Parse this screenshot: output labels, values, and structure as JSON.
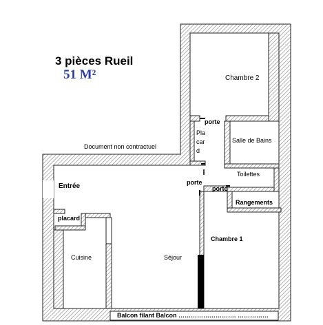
{
  "title": "3 pièces Rueil",
  "area": "51 M²",
  "disclaimer": "Document non contractuel",
  "rooms": {
    "chambre2": "Chambre 2",
    "placard_top": [
      "Pla",
      "car",
      "d"
    ],
    "salle_de_bains": "Salle de Bains",
    "toilettes": "Toilettes",
    "rangements": "Rangements",
    "entree": "Entrée",
    "placard": "placard",
    "cuisine": "Cuisine",
    "sejour": "Séjour",
    "chambre1": "Chambre 1"
  },
  "doors": {
    "porte_top": "porte",
    "porte_mid": "porte",
    "porte_right": "porte"
  },
  "balcony": "Balcon filant Balcon ………………………. ……………"
}
